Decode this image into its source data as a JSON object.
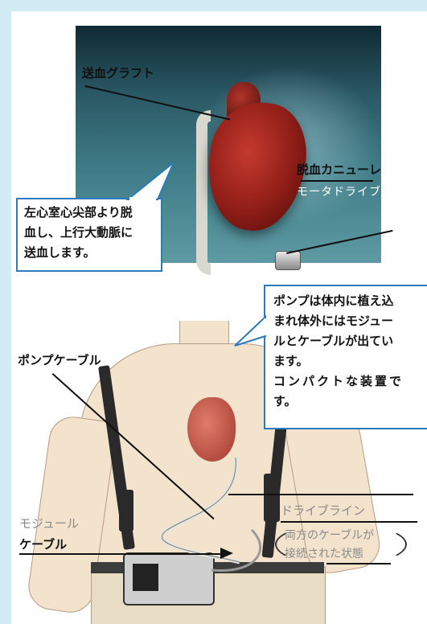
{
  "top_figure": {
    "labels": {
      "outflow_graft": "送血グラフト",
      "inflow_cannula": "脱血カニューレ",
      "motor_drive": "モータドライブ"
    },
    "callout": {
      "lines": [
        "左心室心尖部より脱",
        "血し、上行大動脈に",
        "送血します。"
      ]
    }
  },
  "bottom_figure": {
    "labels": {
      "pump_cable": "ポンプケーブル",
      "module_cable_1": "モジュール",
      "module_cable_2": "ケーブル",
      "drive_line": "ドライブライン",
      "connected_1": "両方のケーブルが",
      "connected_2": "接続された状態"
    },
    "callout": {
      "lines": [
        "ポンプは体内に植え込",
        "まれ体外にはモジュー",
        "ルとケーブルが出てい",
        "ます。",
        "コンパクトな装置で",
        "す。"
      ]
    }
  },
  "colors": {
    "background": "#d3ebf4",
    "callout_border": "#2b7bbd"
  }
}
